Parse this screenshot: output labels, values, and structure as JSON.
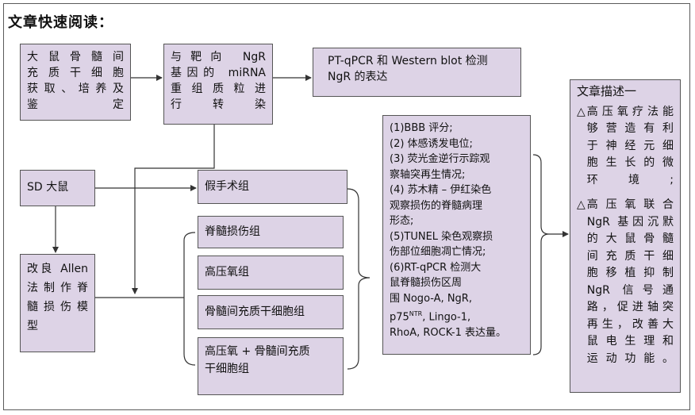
{
  "heading": "文章快速阅读：",
  "nodes": {
    "msc_culture": "大鼠骨髓间\n充质干细胞\n获取、培养及\n鉴定",
    "plasmid": "与靶向 NgR\n基因的 miRNA\n重组质粒进\n行转染",
    "detect": "PT-qPCR 和 Western blot 检测\nNgR 的表达",
    "sd_rats": "SD 大鼠",
    "sham": "假手术组",
    "sci": "脊髓损伤组",
    "hbo": "高压氧组",
    "msc_group": "骨髓间充质干细胞组",
    "combo": "高压氧 + 骨髓间充质\n干细胞组",
    "allen": "改良 Allen\n法制作脊\n髓损伤模\n型"
  },
  "assessments": {
    "items": [
      "(1)BBB 评分;",
      "(2) 体感诱发电位;",
      "(3) 荧光金逆行示踪观\n察轴突再生情况;",
      "(4) 苏木精 – 伊红染色\n观察损伤的脊髓病理\n形态;",
      "(5)TUNEL 染色观察损\n伤部位细胞凋亡情况;",
      "(6)RT-qPCR 检测大\n鼠脊髓损伤区周\n围 Nogo-A, NgR,\np75",
      "Lingo-1,\nRhoA, ROCK-1 表达量。"
    ],
    "ntr_superscript": "NTR"
  },
  "summary": {
    "title": "文章描述一",
    "points": [
      "高压氧疗法能\n够营造有利\n于神经元细\n胞生长的微\n环境;",
      "高压氧联合\nNgR 基因沉默\n的大鼠骨髓\n间充质干细\n胞移植抑制\nNgR 信号通\n路，促进轴突\n再生，改善大\n鼠电生理和\n运动功能。"
    ],
    "bullet_symbol": "△"
  },
  "colors": {
    "box_fill": "#ddd3e6",
    "box_border": "#555555",
    "line": "#333333"
  }
}
